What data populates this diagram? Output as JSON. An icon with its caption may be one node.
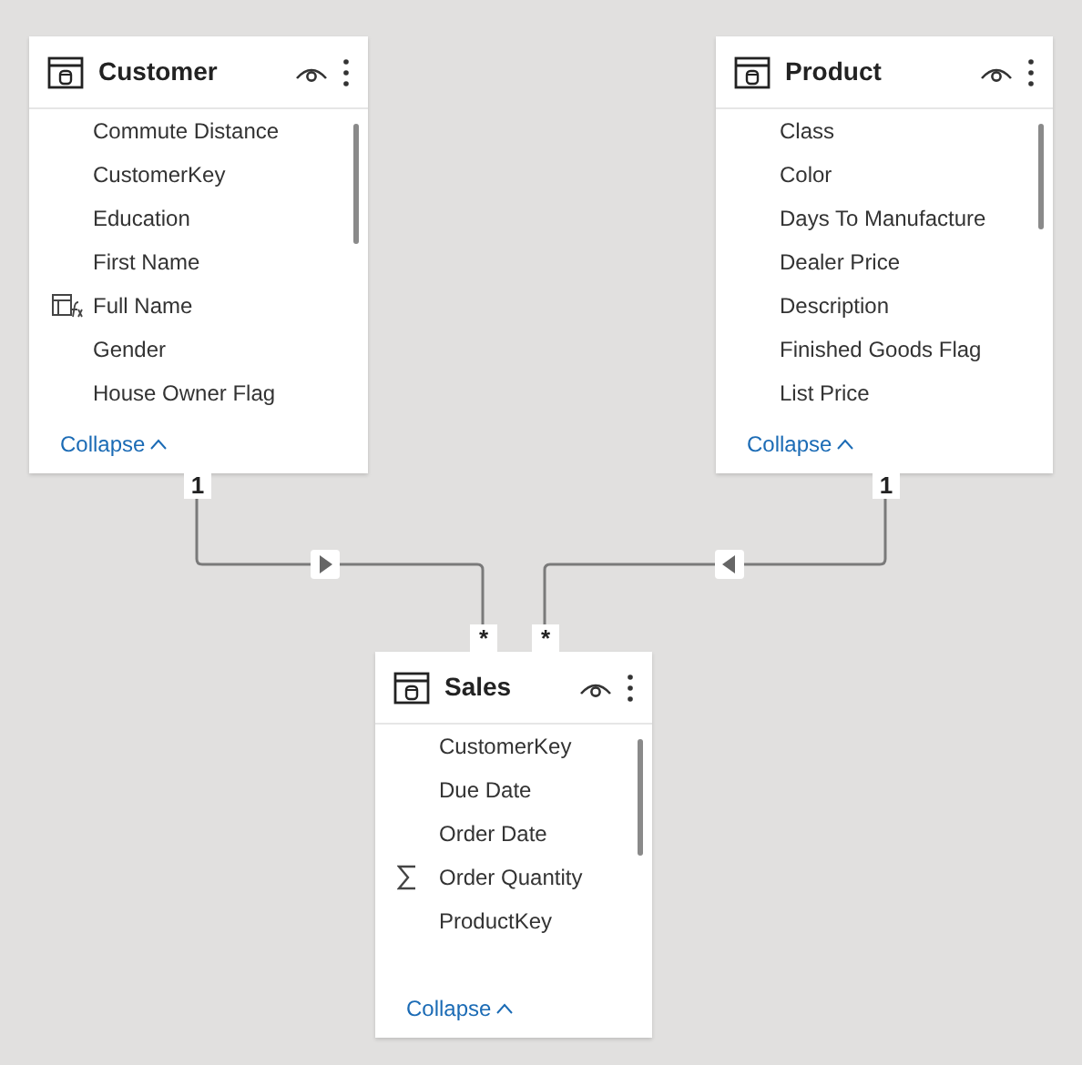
{
  "diagram": {
    "nodes": [
      {
        "text": [
          "Customer",
          "Commute Distance",
          "CustomerKey",
          "Education",
          "First Name",
          "Full Name",
          "Gender",
          "House Owner Flag",
          "Collapse"
        ]
      },
      {
        "text": [
          "Product",
          "Class",
          "Color",
          "Days To Manufacture",
          "Dealer Price",
          "Description",
          "Finished Goods Flag",
          "List Price",
          "Collapse"
        ]
      },
      {
        "text": [
          "Sales",
          "CustomerKey",
          "Due Date",
          "Order Date",
          "Order Quantity",
          "ProductKey",
          "Collapse"
        ]
      }
    ],
    "edges": [
      {
        "from": 0,
        "to": 2,
        "arrow": "to"
      },
      {
        "from": 1,
        "to": 2,
        "arrow": "to"
      }
    ],
    "labels": [
      "1",
      "1",
      "*",
      "*"
    ]
  }
}
